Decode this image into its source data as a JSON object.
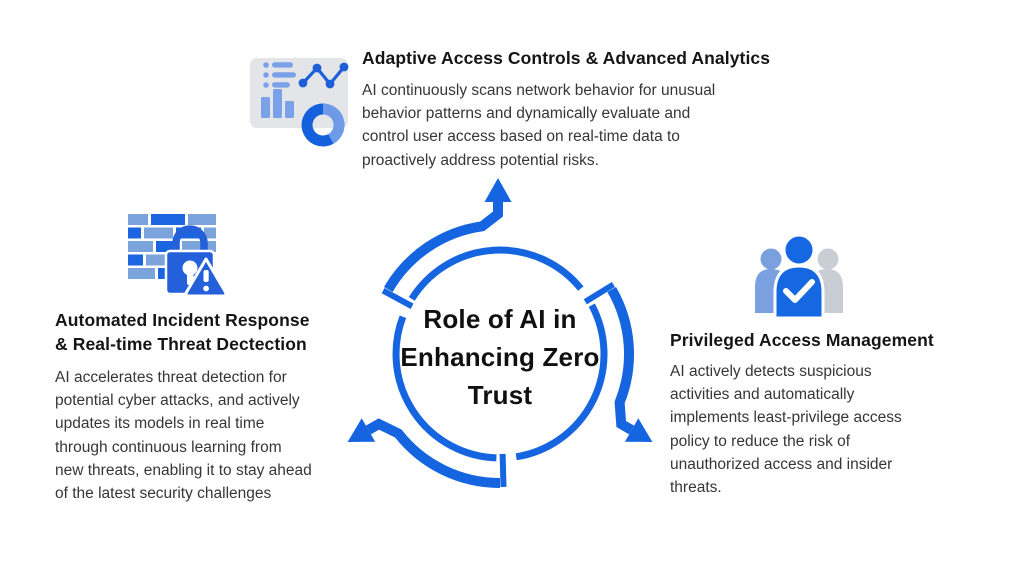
{
  "diagram": {
    "center_title": "Role of AI in\nEnhancing Zero\nTrust",
    "accent_color": "#1565e0"
  },
  "sections": {
    "top": {
      "icon": "analytics-dashboard-icon",
      "title": "Adaptive Access Controls & Advanced Analytics",
      "body": "AI continuously scans network behavior for unusual\nbehavior patterns and dynamically evaluate and\ncontrol user access based on real-time data to\nproactively address potential risks."
    },
    "left": {
      "icon": "firewall-lock-icon",
      "title": "Automated Incident Response\n& Real-time Threat Dectection",
      "body": "AI accelerates threat detection for\npotential cyber attacks, and actively\nupdates its models in real time\nthrough continuous learning from\nnew threats, enabling it to stay ahead\nof the latest security challenges"
    },
    "right": {
      "icon": "privileged-users-icon",
      "title": "Privileged Access Management",
      "body": "AI actively detects suspicious\nactivities and automatically\nimplements least-privilege access\npolicy to reduce the risk of\nunauthorized access and insider\nthreats."
    }
  },
  "colors": {
    "arrow_blue": "#1565e0",
    "bright_blue": "#1b66e0",
    "medium_blue": "#7ba2e0",
    "dark_blue": "#1d5fd9",
    "light_gray": "#e3e5e9",
    "gray_person": "#c9cdd4",
    "heading_text": "#151515",
    "body_text": "#363636"
  }
}
